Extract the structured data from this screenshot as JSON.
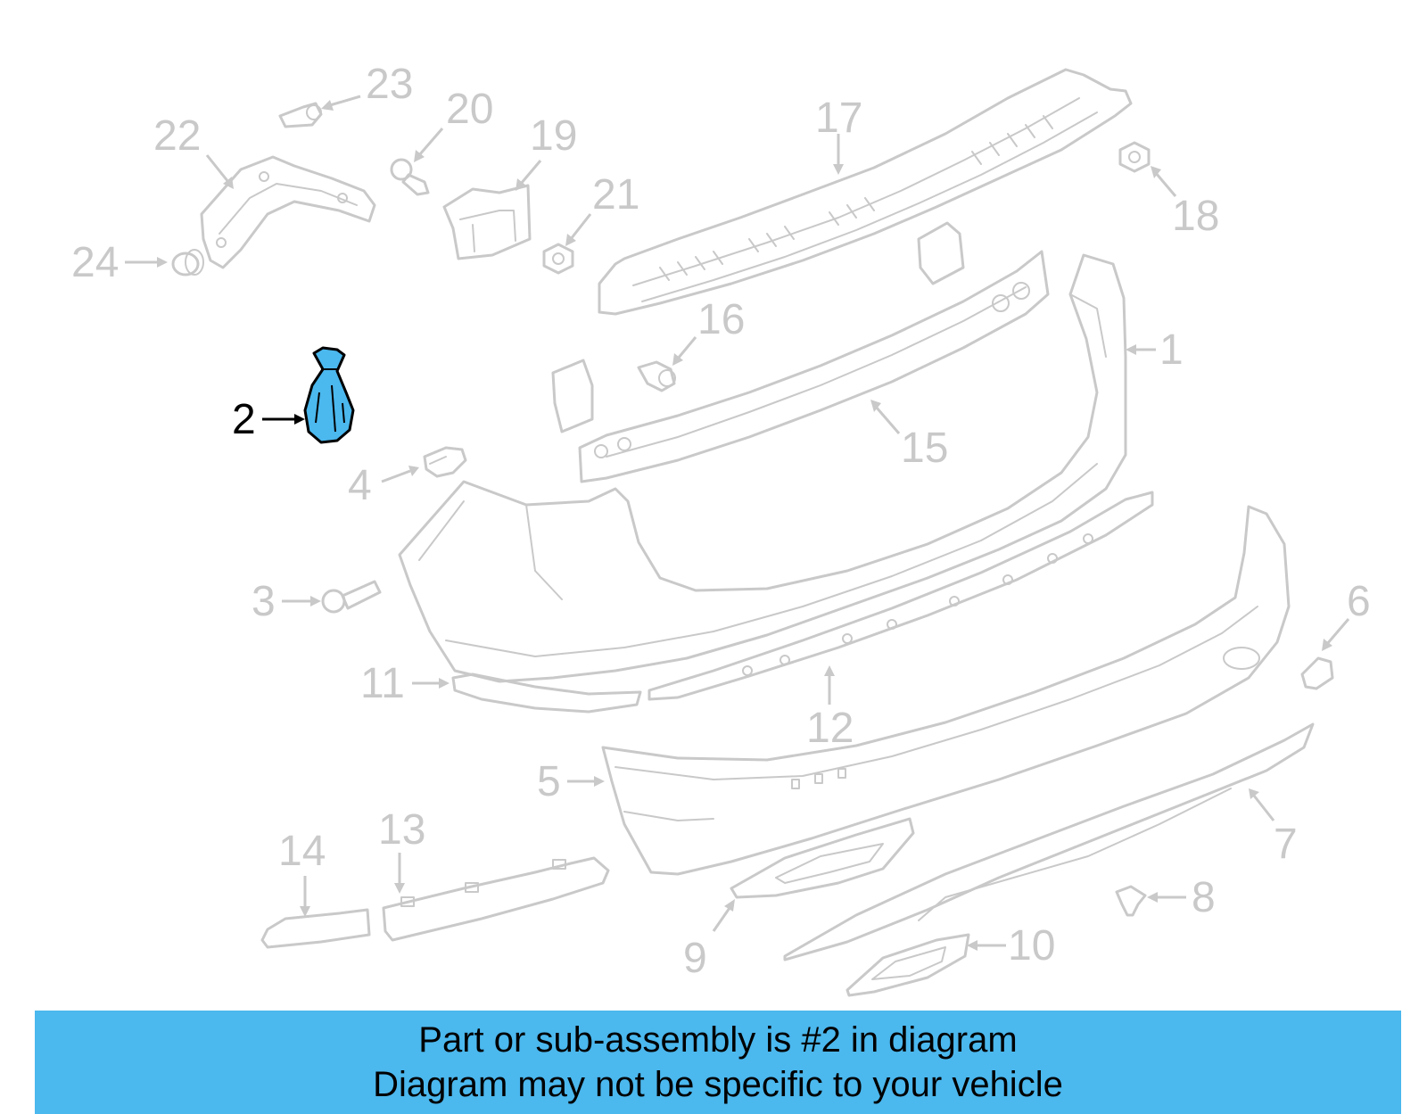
{
  "diagram": {
    "highlight_color": "#4bb8ee",
    "part_color": "#c9c9c9",
    "highlighted_callout": "2",
    "callouts": [
      "1",
      "2",
      "3",
      "4",
      "5",
      "6",
      "7",
      "8",
      "9",
      "10",
      "11",
      "12",
      "13",
      "14",
      "15",
      "16",
      "17",
      "18",
      "19",
      "20",
      "21",
      "22",
      "23",
      "24"
    ]
  },
  "banner": {
    "line1": "Part or sub-assembly is #2 in diagram",
    "line2": "Diagram may not be specific to your vehicle",
    "background": "#4bb8ee"
  }
}
